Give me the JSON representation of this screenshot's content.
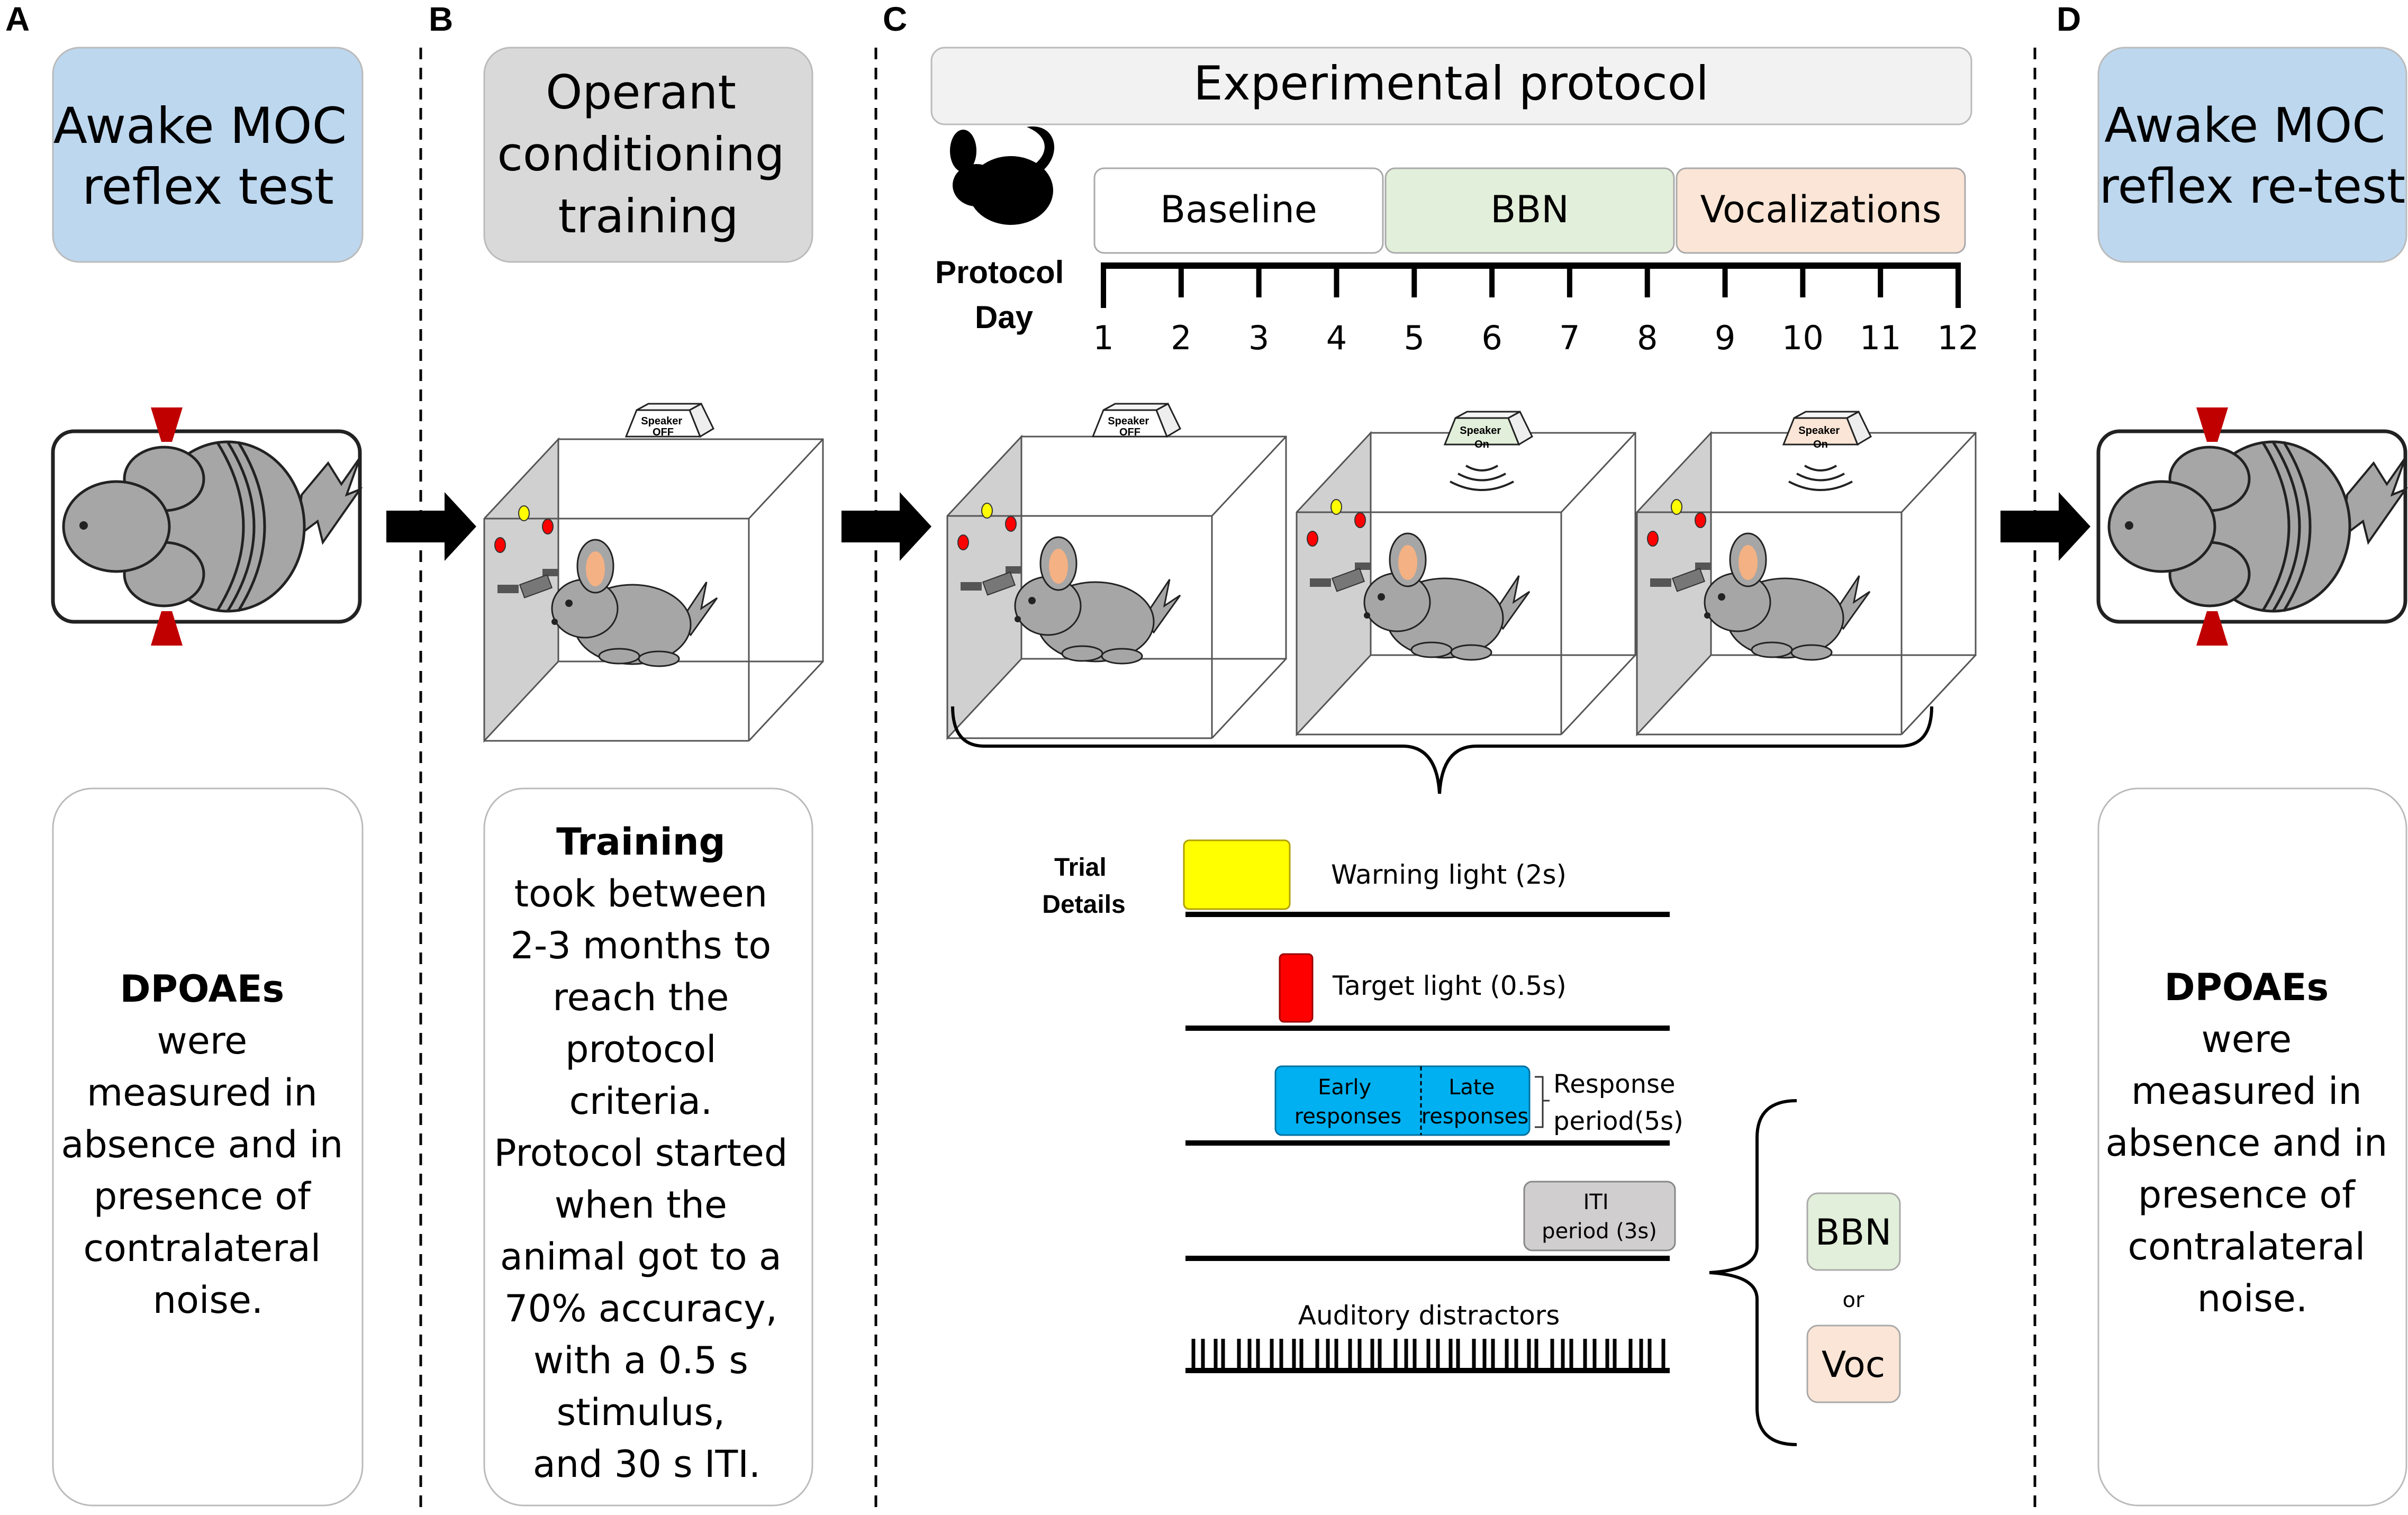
{
  "panels": {
    "a": {
      "letter": "A",
      "title_lines": [
        "Awake MOC",
        "reflex test"
      ],
      "text_lines": [
        "DPOAEs",
        "were",
        "measured in",
        "absence and in",
        "presence of",
        "contralateral",
        "noise."
      ]
    },
    "b": {
      "letter": "B",
      "title_lines": [
        "Operant",
        "conditioning",
        "training"
      ],
      "text_lines": [
        "Training",
        "took between",
        "2-3 months to",
        "reach the",
        "protocol",
        "criteria.",
        "Protocol started",
        "when the",
        "animal got to a",
        "70% accuracy,",
        "with a 0.5 s",
        "stimulus,",
        "and 30 s ITI."
      ]
    },
    "c": {
      "letter": "C",
      "title": "Experimental protocol",
      "protocol_day_lines": [
        "Protocol",
        "Day"
      ],
      "phases": [
        {
          "label": "Baseline",
          "color": "#ffffff"
        },
        {
          "label": "BBN",
          "color": "#e2efda"
        },
        {
          "label": "Vocalizations",
          "color": "#fbe5d6"
        }
      ],
      "days": [
        "1",
        "2",
        "3",
        "4",
        "5",
        "6",
        "7",
        "8",
        "9",
        "10",
        "11",
        "12"
      ],
      "chambers": [
        {
          "speaker_lines": [
            "Speaker",
            "OFF"
          ],
          "speaker_color": "#ffffff"
        },
        {
          "speaker_lines": [
            "Speaker",
            "On"
          ],
          "speaker_color": "#e2efda"
        },
        {
          "speaker_lines": [
            "Speaker",
            "On"
          ],
          "speaker_color": "#fbe5d6"
        }
      ],
      "trial_details_lines": [
        "Trial",
        "Details"
      ],
      "trial": {
        "warning_light": "Warning light (2s)",
        "target_light": "Target light (0.5s)",
        "early_lines": [
          "Early",
          "responses"
        ],
        "late_lines": [
          "Late",
          "responses"
        ],
        "response_lines": [
          "Response",
          "period(5s)"
        ],
        "iti_lines": [
          "ITI",
          "period (3s)"
        ],
        "distractors": "Auditory distractors",
        "option_bbn": "BBN",
        "option_or": "or",
        "option_voc": "Voc"
      }
    },
    "d": {
      "letter": "D",
      "title_lines": [
        "Awake MOC",
        "reflex re-test"
      ],
      "text_lines": [
        "DPOAEs",
        "were",
        "measured in",
        "absence and in",
        "presence of",
        "contralateral",
        "noise."
      ]
    },
    "b_chamber": {
      "speaker_lines": [
        "Speaker",
        "OFF"
      ],
      "speaker_color": "#ffffff"
    }
  },
  "colors": {
    "blue_box": "#bdd7ee",
    "gray_box": "#d9d9d9",
    "warning": "#ffff00",
    "target": "#ff0000",
    "response": "#00b0f0",
    "iti": "#d0cece",
    "animal_body": "#a6a6a6",
    "ear_inner": "#f4b183",
    "marker": "#c00000"
  }
}
